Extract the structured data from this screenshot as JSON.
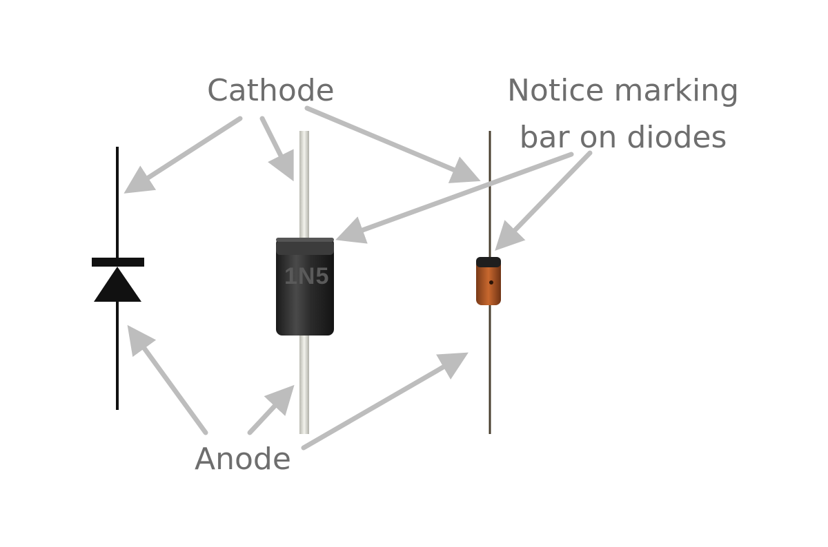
{
  "labels": {
    "cathode": "Cathode",
    "anode": "Anode",
    "notice_line1": "Notice marking",
    "notice_line2": "bar on diodes"
  },
  "diode_marking": "1N5",
  "colors": {
    "label_text": "#6e6e6e",
    "arrow": "#bdbdbd",
    "symbol": "#111111",
    "power_diode_body": "#2a2a2a",
    "small_diode_body": "#b05a2a",
    "lead": "#d8d8d0"
  }
}
